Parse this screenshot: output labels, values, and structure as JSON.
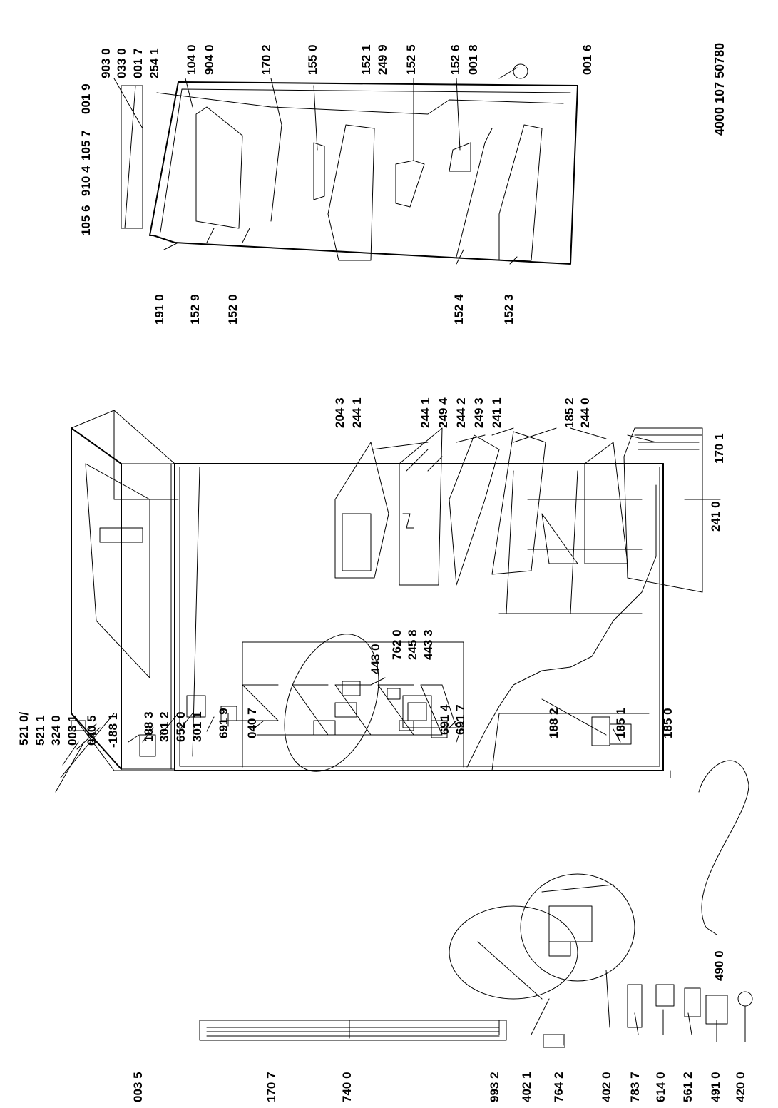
{
  "diagram": {
    "document_code": "4000 107 50780",
    "labels": {
      "l_5210": "521 0/",
      "l_5211": "521 1",
      "l_3240": "324 0",
      "l_0031": "003 1",
      "l_0405": "040 5",
      "l_1881": "-188 1",
      "l_1883": "188 3",
      "l_3012": "301 2",
      "l_6520": "652 0",
      "l_3011": "301 1",
      "l_6919": "691 9",
      "l_0407": "040 7",
      "l_4430a": "443 0",
      "l_7620": "762 0",
      "l_2458": "245 8",
      "l_4433": "443 3",
      "l_6914": "691 4",
      "l_6917": "691 7",
      "l_1882": "188 2",
      "l_1851": "185 1",
      "l_1850": "185 0",
      "l_2043": "204 3",
      "l_2441a": "244 1",
      "l_2441b": "244 1",
      "l_2494": "249 4",
      "l_2442": "244 2",
      "l_2493": "249 3",
      "l_2411": "241 1",
      "l_1852": "185 2",
      "l_2440": "244 0",
      "l_1701": "170 1",
      "l_2410": "241 0",
      "l_9030": "903 0",
      "l_0330": "033 0",
      "l_0017": "001 7",
      "l_2541": "254 1",
      "l_0019": "001 9",
      "l_1057": "105 7",
      "l_9104": "910 4",
      "l_1056": "105 6",
      "l_9040": "904 0",
      "l_1040": "104 0",
      "l_1702": "170 2",
      "l_1550": "155 0",
      "l_1521": "152 1",
      "l_2499": "249 9",
      "l_1525": "152 5",
      "l_1526": "152 6",
      "l_0018": "001 8",
      "l_0016": "001 6",
      "l_1910": "191 0",
      "l_1529": "152 9",
      "l_1520": "152 0",
      "l_1524": "152 4",
      "l_1523": "152 3",
      "l_0035": "003 5",
      "l_1707": "170 7",
      "l_7400": "740 0",
      "l_9932": "993 2",
      "l_4021": "402 1",
      "l_7642": "764 2",
      "l_4020": "402 0",
      "l_7837": "783 7",
      "l_6140": "614 0",
      "l_5612": "561 2",
      "l_4910": "491 0",
      "l_4200": "420 0",
      "l_4900": "490 0"
    }
  }
}
